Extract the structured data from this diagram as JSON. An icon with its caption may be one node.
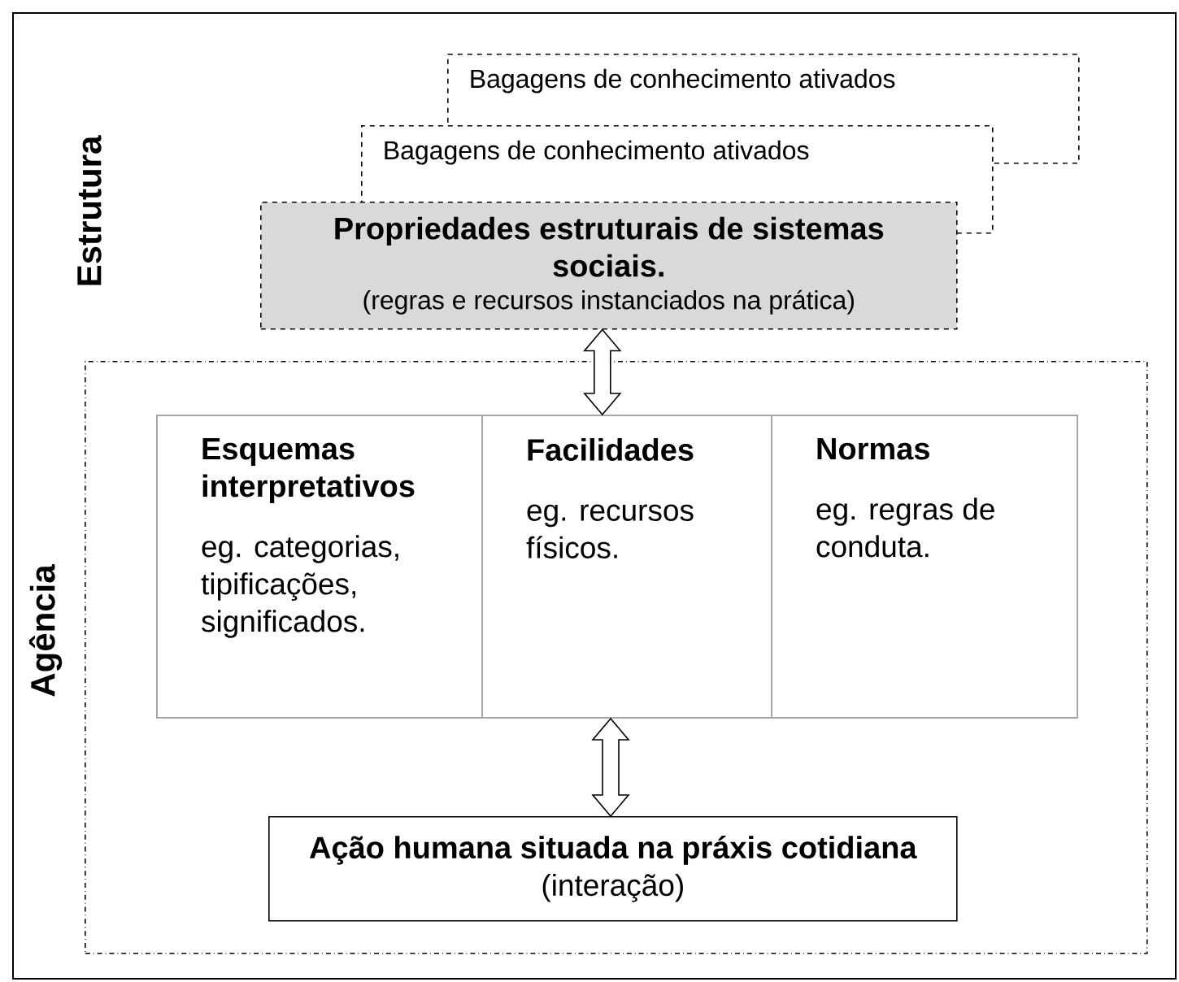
{
  "diagram": {
    "nodes": [
      {
        "text": [
          "Bagagens de conhecimento ativados"
        ]
      },
      {
        "text": [
          "Bagagens de conhecimento ativados"
        ]
      },
      {
        "text": [
          "Propriedades estruturais de sistemas sociais.",
          "(regras e recursos instanciados na prática)"
        ]
      },
      {
        "text": [],
        "shape": "box"
      },
      {
        "text": [],
        "shape": "box",
        "in": 3
      },
      {
        "text": [
          "Esquemas interpretativos",
          "eg. categorias, tipificações, significados."
        ],
        "in": 4
      },
      {
        "text": [
          "Facilidades",
          "eg. recursos físicos."
        ],
        "in": 4
      },
      {
        "text": [
          "Normas",
          "eg. regras de conduta."
        ],
        "in": 4
      },
      {
        "text": [
          "Ação humana situada na práxis cotidiana",
          "(interação)"
        ],
        "in": 3
      }
    ],
    "edges": [
      {
        "from": 2,
        "to": 4,
        "arrow": "both"
      },
      {
        "from": 4,
        "to": 8,
        "arrow": "both"
      }
    ],
    "labels": [
      "Estrutura",
      "Agência"
    ]
  }
}
